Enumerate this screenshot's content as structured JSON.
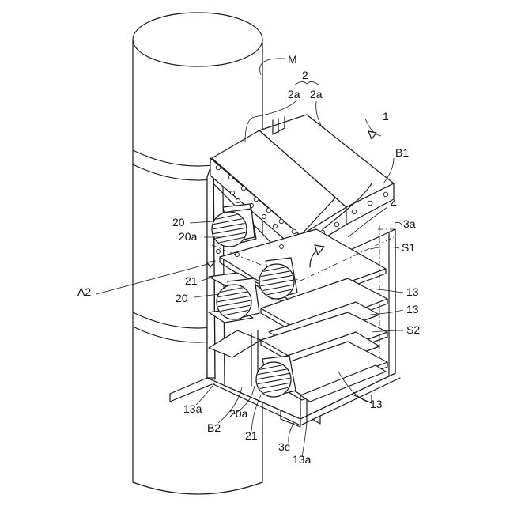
{
  "labels": {
    "pole": "M",
    "roof": "2",
    "roof_panel_left": "2a",
    "roof_panel_right": "2a",
    "cabinet": "1",
    "arrow_top": "B1",
    "interior": "4",
    "wall_top": "3a",
    "space_upper": "S1",
    "fan_upper": "20",
    "fan_upper_mount": "20a",
    "section_arrow": "A2",
    "fan_duct": "21",
    "fan_middle": "20",
    "shelf_1": "13",
    "shelf_2": "13",
    "space_lower": "S2",
    "shelf_base_left": "13a",
    "fan_lower_mount": "20a",
    "arrow_bottom": "B2",
    "fan_lower_duct": "21",
    "wall_bottom": "3c",
    "shelf_base_bottom": "13a",
    "shelf_3": "13"
  },
  "colors": {
    "line": "#1a1a1a",
    "background": "#ffffff"
  }
}
